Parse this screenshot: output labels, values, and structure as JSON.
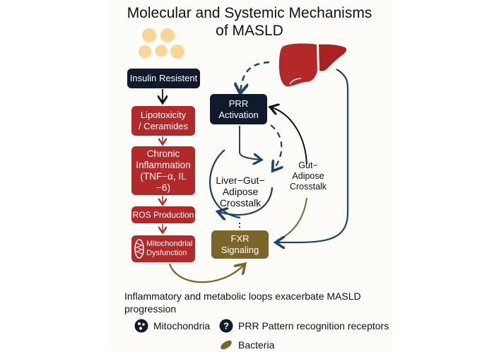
{
  "title_line1": "Molecular and Systemic Mechanisms",
  "title_line2": "of MASLD",
  "left_chain": {
    "insulin": "Insulin Resistent",
    "lipotox_1": "Lipotoxicity",
    "lipotox_2": "/ Ceramides",
    "inflam_1": "Chronic",
    "inflam_2": "Inflammation",
    "inflam_3": "(TNF−α, IL",
    "inflam_4": "−6)",
    "ros": "ROS Production",
    "mito_1": "Mitochondrial",
    "mito_2": "Dysfunction"
  },
  "center": {
    "prr_1": "PRR",
    "prr_2": "Activation",
    "loop_1": "Liver−Gut−",
    "loop_2": "Adipose",
    "loop_3": "Crosstalk",
    "fxr_1": "FXR",
    "fxr_2": "Signaling"
  },
  "right": {
    "gut_1": "Gut−",
    "gut_2": "Adipose",
    "gut_3": "Crosstalk"
  },
  "caption_1": "Inflammatory and metabolic loops exacerbate MASLD",
  "caption_2": "progression",
  "legend": [
    {
      "icon": "mitochondria-icon",
      "label": "Mitochondria"
    },
    {
      "icon": "question-icon",
      "label": "PRR Pattern recognition receptors"
    },
    {
      "icon": "bacteria-icon",
      "label": "Bacteria"
    }
  ],
  "colors": {
    "dark_box": "#0f1b2d",
    "red_box": "#b3292a",
    "olive_box": "#7a6628",
    "blue_arrow": "#1f4468",
    "liver": "#b3292a",
    "fat_droplets": "#fbd597"
  }
}
